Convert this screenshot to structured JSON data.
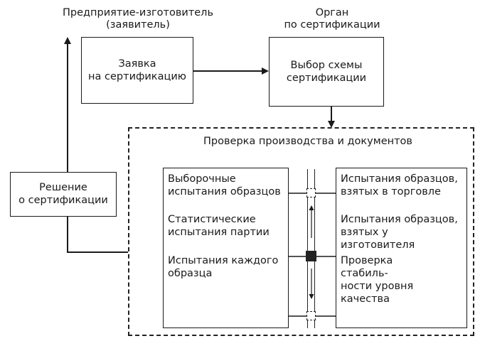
{
  "header": {
    "manufacturer_line1": "Предприятие-изготовитель",
    "manufacturer_line2": "(заявитель)",
    "body_line1": "Орган",
    "body_line2": "по сертификации"
  },
  "boxes": {
    "application": {
      "line1": "Заявка",
      "line2": "на сертификацию"
    },
    "scheme": {
      "line1": "Выбор схемы",
      "line2": "сертификации"
    },
    "decision": {
      "line1": "Решение",
      "line2": "о сертификации"
    }
  },
  "inspection": {
    "title": "Проверка производства и документов",
    "left_items": [
      "Выборочные\nиспытания образцов",
      "Статистические\nиспытания партии",
      "Испытания каждого\nобразца"
    ],
    "right_items": [
      "Испытания образцов,\nвзятых в торговле",
      "Испытания образцов,\nвзятых у изготовителя",
      "Проверка\nстабиль-\nности уровня\nкачества"
    ]
  }
}
